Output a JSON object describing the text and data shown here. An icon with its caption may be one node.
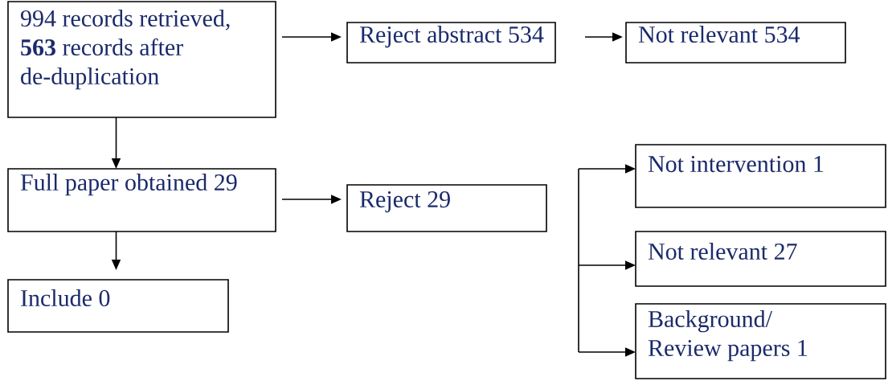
{
  "diagram": {
    "nodes": [
      {
        "text": [
          "994 records retrieved, **563** records after de-duplication"
        ]
      },
      {
        "text": [
          "Reject abstract 534"
        ]
      },
      {
        "text": [
          "Not relevant 534"
        ]
      },
      {
        "text": [
          "Full paper obtained 29"
        ]
      },
      {
        "text": [
          "Reject 29"
        ]
      },
      {
        "text": [
          "Include  0"
        ]
      },
      {
        "text": [
          "Not intervention 1"
        ]
      },
      {
        "text": [
          "Not relevant 27"
        ]
      },
      {
        "text": [
          "Background/ Review papers 1"
        ]
      }
    ],
    "edges": [
      {
        "from": 0,
        "to": 1,
        "arrow": "to"
      },
      {
        "from": 1,
        "to": 2,
        "arrow": "to"
      },
      {
        "from": 0,
        "to": 3,
        "arrow": "to"
      },
      {
        "from": 3,
        "to": 4,
        "arrow": "to"
      },
      {
        "from": 3,
        "to": 5,
        "arrow": "to"
      },
      {
        "from": null,
        "to": 6,
        "arrow": "to"
      },
      {
        "from": null,
        "to": 7,
        "arrow": "to"
      },
      {
        "from": null,
        "to": 8,
        "arrow": "to"
      }
    ]
  }
}
